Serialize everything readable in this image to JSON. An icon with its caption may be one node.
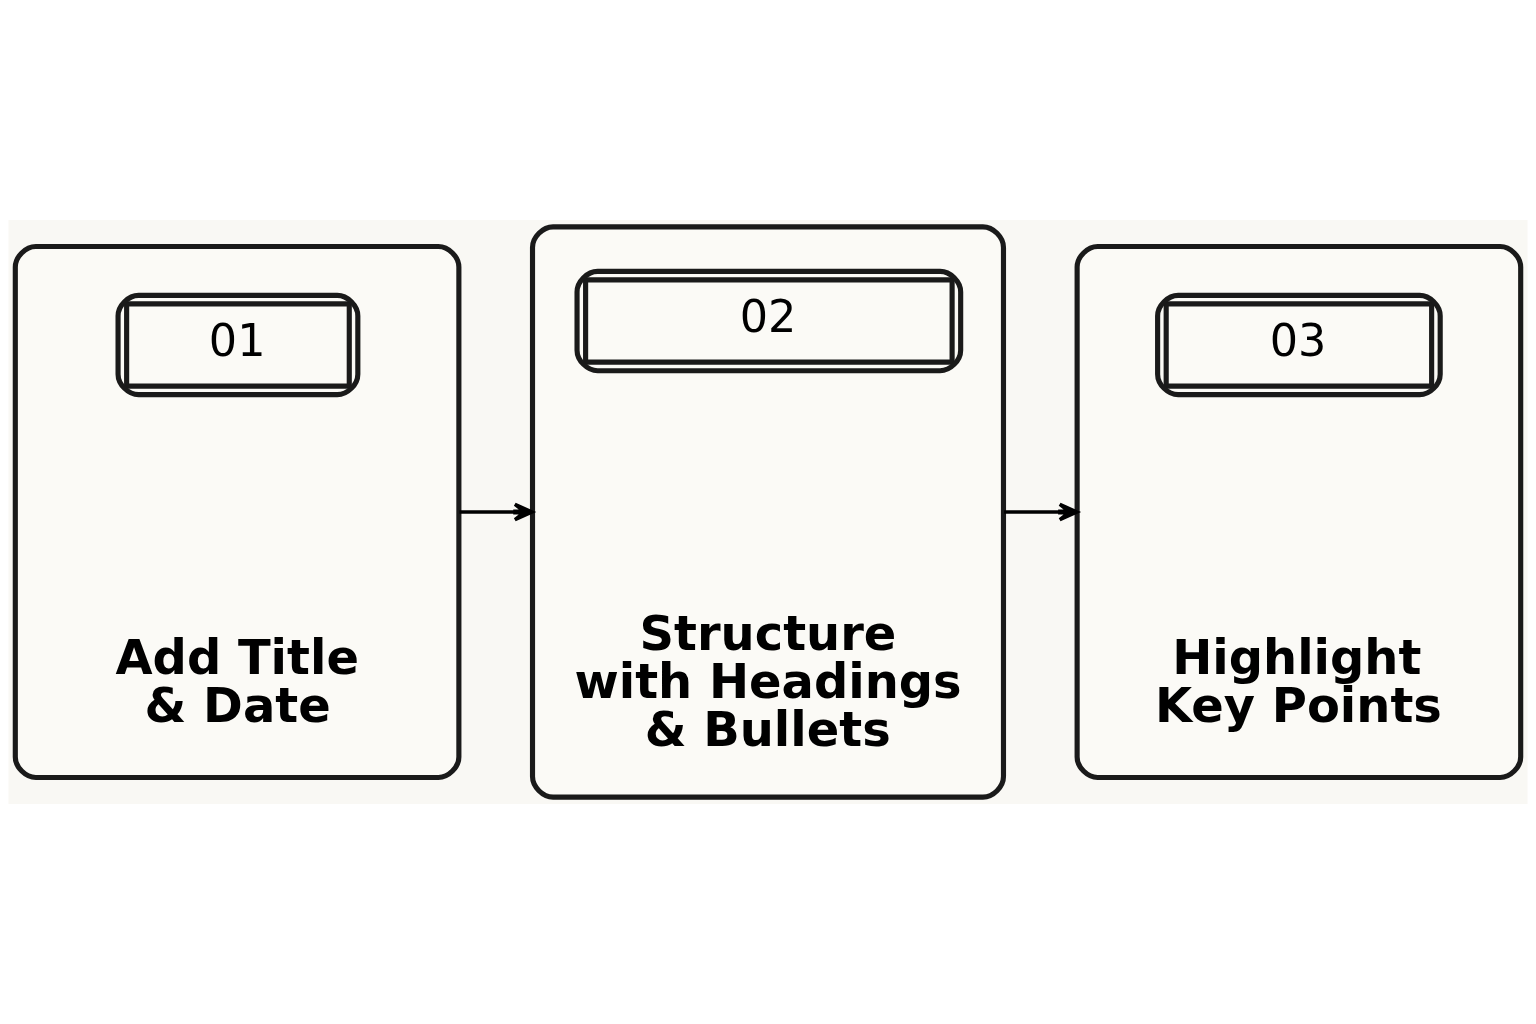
{
  "diagram": {
    "nodes": [
      {
        "text": [
          "01",
          "Add Title & Date"
        ]
      },
      {
        "text": [
          "02",
          "Structure with Headings & Bullets"
        ]
      },
      {
        "text": [
          "03",
          "Highlight Key Points"
        ]
      }
    ],
    "edges": [
      {
        "from": 0,
        "to": 1,
        "arrow": "to"
      },
      {
        "from": 1,
        "to": 2,
        "arrow": "to"
      }
    ]
  }
}
